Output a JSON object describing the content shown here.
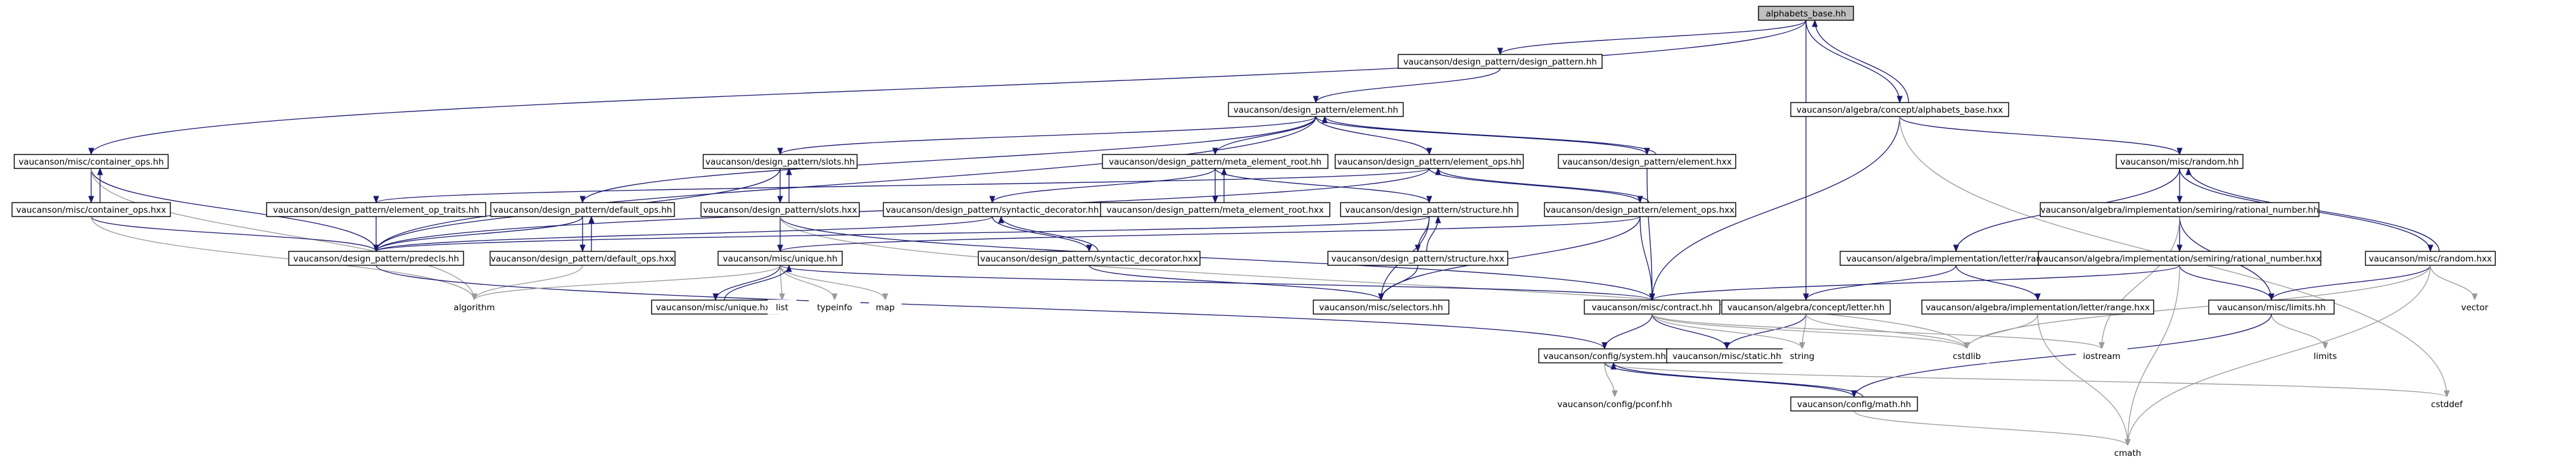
{
  "graph": {
    "colors": {
      "root_fill": "#bfbfbf",
      "edge": "#191970",
      "system_edge": "#9a9a9a",
      "border": "#000000"
    },
    "nodes": [
      {
        "id": "alphabets_base_hh",
        "label": "alphabets_base.hh",
        "root": true
      },
      {
        "id": "design_pattern_hh",
        "label": "vaucanson/design_pattern/design_pattern.hh"
      },
      {
        "id": "element_hh",
        "label": "vaucanson/design_pattern/element.hh"
      },
      {
        "id": "alphabets_base_hxx",
        "label": "vaucanson/algebra/concept/alphabets_base.hxx"
      },
      {
        "id": "container_ops_hh",
        "label": "vaucanson/misc/container_ops.hh"
      },
      {
        "id": "slots_hh",
        "label": "vaucanson/design_pattern/slots.hh"
      },
      {
        "id": "meta_element_root_hh",
        "label": "vaucanson/design_pattern/meta_element_root.hh"
      },
      {
        "id": "element_ops_hh",
        "label": "vaucanson/design_pattern/element_ops.hh"
      },
      {
        "id": "element_hxx",
        "label": "vaucanson/design_pattern/element.hxx"
      },
      {
        "id": "random_hh",
        "label": "vaucanson/misc/random.hh"
      },
      {
        "id": "container_ops_hxx",
        "label": "vaucanson/misc/container_ops.hxx"
      },
      {
        "id": "element_op_traits_hh",
        "label": "vaucanson/design_pattern/element_op_traits.hh"
      },
      {
        "id": "default_ops_hh",
        "label": "vaucanson/design_pattern/default_ops.hh"
      },
      {
        "id": "slots_hxx",
        "label": "vaucanson/design_pattern/slots.hxx"
      },
      {
        "id": "syntactic_decorator_hh",
        "label": "vaucanson/design_pattern/syntactic_decorator.hh"
      },
      {
        "id": "meta_element_root_hxx",
        "label": "vaucanson/design_pattern/meta_element_root.hxx"
      },
      {
        "id": "structure_hh",
        "label": "vaucanson/design_pattern/structure.hh"
      },
      {
        "id": "element_ops_hxx",
        "label": "vaucanson/design_pattern/element_ops.hxx"
      },
      {
        "id": "rational_number_hh",
        "label": "vaucanson/algebra/implementation/semiring/rational_number.hh"
      },
      {
        "id": "predecls_hh",
        "label": "vaucanson/design_pattern/predecls.hh"
      },
      {
        "id": "default_ops_hxx",
        "label": "vaucanson/design_pattern/default_ops.hxx"
      },
      {
        "id": "unique_hh",
        "label": "vaucanson/misc/unique.hh"
      },
      {
        "id": "syntactic_decorator_hxx",
        "label": "vaucanson/design_pattern/syntactic_decorator.hxx"
      },
      {
        "id": "letter_range_hh",
        "label": "vaucanson/algebra/implementation/letter/range.hh"
      },
      {
        "id": "rational_number_hxx",
        "label": "vaucanson/algebra/implementation/semiring/rational_number.hxx"
      },
      {
        "id": "random_hxx",
        "label": "vaucanson/misc/random.hxx"
      },
      {
        "id": "structure_hxx",
        "label": "vaucanson/design_pattern/structure.hxx"
      },
      {
        "id": "algorithm",
        "label": "algorithm",
        "system": true
      },
      {
        "id": "unique_hxx",
        "label": "vaucanson/misc/unique.hxx"
      },
      {
        "id": "list",
        "label": "list",
        "system": true
      },
      {
        "id": "typeinfo",
        "label": "typeinfo",
        "system": true
      },
      {
        "id": "map",
        "label": "map",
        "system": true
      },
      {
        "id": "selectors_hh",
        "label": "vaucanson/misc/selectors.hh"
      },
      {
        "id": "contract_hh",
        "label": "vaucanson/misc/contract.hh"
      },
      {
        "id": "letter_hh",
        "label": "vaucanson/algebra/concept/letter.hh"
      },
      {
        "id": "letter_range_hxx",
        "label": "vaucanson/algebra/implementation/letter/range.hxx"
      },
      {
        "id": "limits_hh",
        "label": "vaucanson/misc/limits.hh"
      },
      {
        "id": "vector",
        "label": "vector",
        "system": true
      },
      {
        "id": "system_hh",
        "label": "vaucanson/config/system.hh"
      },
      {
        "id": "static_hh",
        "label": "vaucanson/misc/static.hh"
      },
      {
        "id": "string",
        "label": "string",
        "system": true
      },
      {
        "id": "cstdlib",
        "label": "cstdlib",
        "system": true
      },
      {
        "id": "iostream",
        "label": "iostream",
        "system": true
      },
      {
        "id": "limits",
        "label": "limits",
        "system": true
      },
      {
        "id": "pconf_hh",
        "label": "vaucanson/config/pconf.hh",
        "system": true
      },
      {
        "id": "math_hh",
        "label": "vaucanson/config/math.hh"
      },
      {
        "id": "cstddef",
        "label": "cstddef",
        "system": true
      },
      {
        "id": "cmath",
        "label": "cmath",
        "system": true
      }
    ],
    "edges": [
      [
        "alphabets_base_hh",
        "design_pattern_hh"
      ],
      [
        "alphabets_base_hh",
        "alphabets_base_hxx"
      ],
      [
        "alphabets_base_hh",
        "container_ops_hh"
      ],
      [
        "alphabets_base_hh",
        "letter_hh"
      ],
      [
        "alphabets_base_hxx",
        "alphabets_base_hh"
      ],
      [
        "alphabets_base_hxx",
        "random_hh"
      ],
      [
        "alphabets_base_hxx",
        "contract_hh"
      ],
      [
        "alphabets_base_hxx",
        "cstddef"
      ],
      [
        "design_pattern_hh",
        "element_hh"
      ],
      [
        "element_hh",
        "slots_hh"
      ],
      [
        "element_hh",
        "meta_element_root_hh"
      ],
      [
        "element_hh",
        "element_ops_hh"
      ],
      [
        "element_hh",
        "element_hxx"
      ],
      [
        "element_hh",
        "default_ops_hh"
      ],
      [
        "element_hh",
        "predecls_hh"
      ],
      [
        "element_hxx",
        "element_hh"
      ],
      [
        "element_hxx",
        "contract_hh"
      ],
      [
        "container_ops_hh",
        "container_ops_hxx"
      ],
      [
        "container_ops_hh",
        "predecls_hh"
      ],
      [
        "container_ops_hh",
        "algorithm"
      ],
      [
        "container_ops_hxx",
        "container_ops_hh"
      ],
      [
        "container_ops_hxx",
        "predecls_hh"
      ],
      [
        "container_ops_hxx",
        "algorithm"
      ],
      [
        "slots_hh",
        "slots_hxx"
      ],
      [
        "slots_hh",
        "predecls_hh"
      ],
      [
        "slots_hxx",
        "slots_hh"
      ],
      [
        "slots_hxx",
        "unique_hh"
      ],
      [
        "slots_hxx",
        "contract_hh"
      ],
      [
        "slots_hxx",
        "cstdlib"
      ],
      [
        "meta_element_root_hh",
        "meta_element_root_hxx"
      ],
      [
        "meta_element_root_hh",
        "structure_hh"
      ],
      [
        "meta_element_root_hh",
        "syntactic_decorator_hh"
      ],
      [
        "meta_element_root_hxx",
        "meta_element_root_hh"
      ],
      [
        "element_ops_hh",
        "element_ops_hxx"
      ],
      [
        "element_ops_hh",
        "element_op_traits_hh"
      ],
      [
        "element_ops_hh",
        "predecls_hh"
      ],
      [
        "element_ops_hxx",
        "element_ops_hh"
      ],
      [
        "element_ops_hxx",
        "selectors_hh"
      ],
      [
        "element_ops_hxx",
        "contract_hh"
      ],
      [
        "element_ops_hxx",
        "unique_hh"
      ],
      [
        "element_op_traits_hh",
        "predecls_hh"
      ],
      [
        "default_ops_hh",
        "default_ops_hxx"
      ],
      [
        "default_ops_hh",
        "predecls_hh"
      ],
      [
        "default_ops_hxx",
        "default_ops_hh"
      ],
      [
        "default_ops_hxx",
        "algorithm"
      ],
      [
        "syntactic_decorator_hh",
        "syntactic_decorator_hxx"
      ],
      [
        "syntactic_decorator_hh",
        "predecls_hh"
      ],
      [
        "syntactic_decorator_hxx",
        "syntactic_decorator_hh"
      ],
      [
        "syntactic_decorator_hxx",
        "selectors_hh"
      ],
      [
        "structure_hh",
        "structure_hxx"
      ],
      [
        "structure_hh",
        "predecls_hh"
      ],
      [
        "structure_hh",
        "selectors_hh"
      ],
      [
        "structure_hxx",
        "structure_hh"
      ],
      [
        "structure_hxx",
        "selectors_hh"
      ],
      [
        "predecls_hh",
        "system_hh"
      ],
      [
        "unique_hh",
        "unique_hxx"
      ],
      [
        "unique_hh",
        "algorithm"
      ],
      [
        "unique_hh",
        "list"
      ],
      [
        "unique_hh",
        "typeinfo"
      ],
      [
        "unique_hh",
        "map"
      ],
      [
        "unique_hh",
        "contract_hh"
      ],
      [
        "unique_hxx",
        "unique_hh"
      ],
      [
        "random_hh",
        "random_hxx"
      ],
      [
        "random_hh",
        "rational_number_hh"
      ],
      [
        "random_hh",
        "letter_range_hh"
      ],
      [
        "random_hxx",
        "random_hh"
      ],
      [
        "random_hxx",
        "limits_hh"
      ],
      [
        "random_hxx",
        "cstdlib"
      ],
      [
        "random_hxx",
        "vector"
      ],
      [
        "random_hxx",
        "cmath"
      ],
      [
        "rational_number_hh",
        "rational_number_hxx"
      ],
      [
        "rational_number_hh",
        "limits_hh"
      ],
      [
        "rational_number_hh",
        "iostream"
      ],
      [
        "rational_number_hxx",
        "contract_hh"
      ],
      [
        "rational_number_hxx",
        "limits_hh"
      ],
      [
        "rational_number_hxx",
        "cmath"
      ],
      [
        "letter_range_hh",
        "letter_hh"
      ],
      [
        "letter_range_hh",
        "letter_range_hxx"
      ],
      [
        "letter_range_hxx",
        "cstdlib"
      ],
      [
        "letter_range_hxx",
        "cmath"
      ],
      [
        "letter_hh",
        "static_hh"
      ],
      [
        "letter_hh",
        "string"
      ],
      [
        "letter_hh",
        "cstdlib"
      ],
      [
        "limits_hh",
        "limits"
      ],
      [
        "limits_hh",
        "math_hh"
      ],
      [
        "contract_hh",
        "system_hh"
      ],
      [
        "contract_hh",
        "static_hh"
      ],
      [
        "contract_hh",
        "string"
      ],
      [
        "contract_hh",
        "iostream"
      ],
      [
        "contract_hh",
        "cstdlib"
      ],
      [
        "system_hh",
        "pconf_hh"
      ],
      [
        "system_hh",
        "math_hh"
      ],
      [
        "system_hh",
        "cstddef"
      ],
      [
        "math_hh",
        "system_hh"
      ],
      [
        "math_hh",
        "cmath"
      ]
    ]
  }
}
